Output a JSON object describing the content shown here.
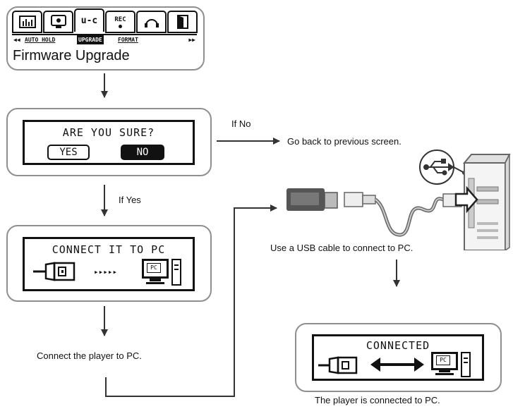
{
  "menu_panel": {
    "tabs": [
      {
        "icon": "equalizer-icon"
      },
      {
        "icon": "screen-icon"
      },
      {
        "icon": "usb-upgrade-icon",
        "label": "u-c"
      },
      {
        "icon": "record-icon",
        "label": "REC"
      },
      {
        "icon": "headphone-icon"
      },
      {
        "icon": "exit-door-icon"
      }
    ],
    "submenu_left_arrow": "◀◀",
    "submenu_items": [
      "AUTO HOLD",
      "UPGRADE",
      "FORMAT"
    ],
    "submenu_right_arrow": "▶▶",
    "caption": "Firmware Upgrade"
  },
  "confirm_panel": {
    "prompt": "ARE YOU SURE?",
    "yes_label": "YES",
    "no_label": "NO",
    "selected": "NO"
  },
  "if_no_label": "If No",
  "go_back_text": "Go back to previous screen.",
  "if_yes_label": "If Yes",
  "connect_panel": {
    "prompt": "CONNECT IT TO PC",
    "arrows": "▸▸▸▸▸",
    "pc_screen_label": "PC"
  },
  "connect_caption": "Connect the player to PC.",
  "usb_caption": "Use a USB cable to connect to PC.",
  "connected_panel": {
    "prompt": "CONNECTED",
    "pc_screen_label": "PC"
  },
  "connected_caption": "The player is connected to PC.",
  "colors": {
    "panel_border": "#8f8f8f",
    "lcd": "#111111",
    "arrow": "#333333"
  }
}
